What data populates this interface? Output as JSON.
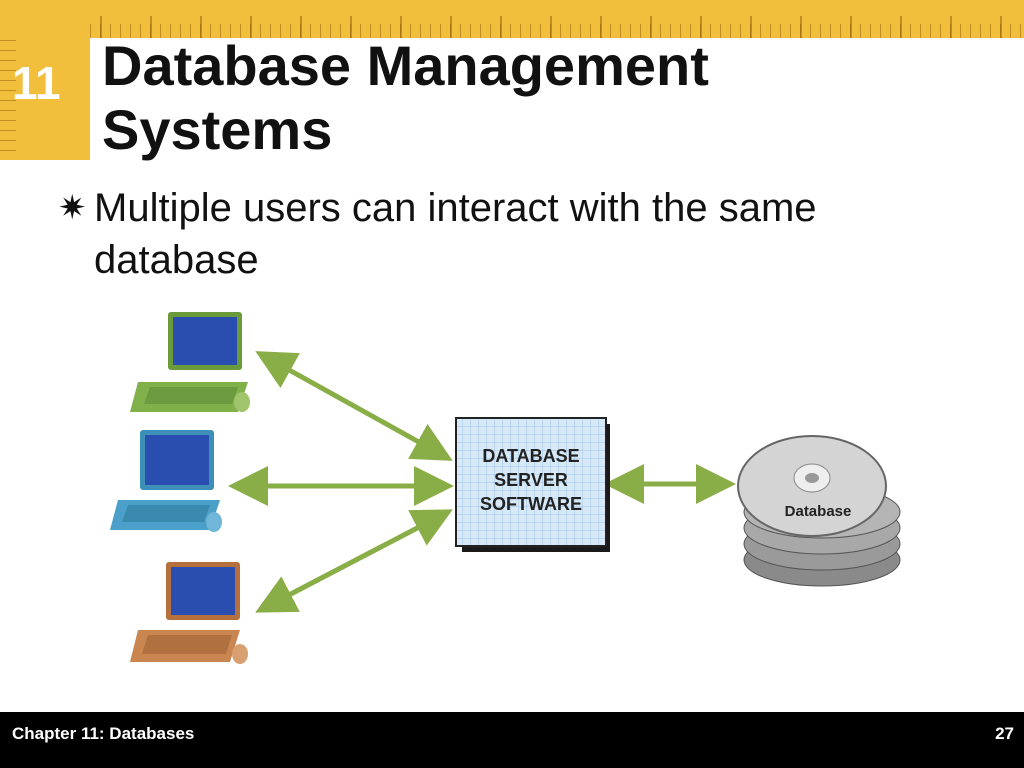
{
  "slide": {
    "chapter_number": "11",
    "title": "Database Management Systems",
    "bullet": "Multiple users can interact with the same database",
    "bullet_icon": "star-bullet-icon"
  },
  "diagram": {
    "server_lines": [
      "DATABASE",
      "SERVER",
      "SOFTWARE"
    ],
    "database_label": "Database",
    "laptop_colors": [
      "#7fb04a",
      "#4aa0c8",
      "#c98650"
    ],
    "arrow_color": "#8aae47"
  },
  "footer": {
    "chapter": "Chapter 11: Databases",
    "page_number": "27"
  }
}
